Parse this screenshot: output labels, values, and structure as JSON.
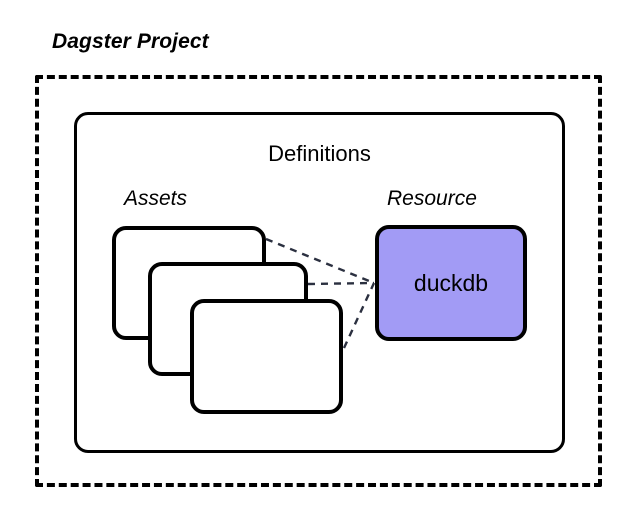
{
  "diagram": {
    "title": "Dagster Project",
    "container": {
      "name": "Definitions",
      "border_style": "solid",
      "color": "#000000"
    },
    "outer_border_style": "dashed",
    "sections": [
      {
        "id": "assets",
        "label": "Assets",
        "kind": "stacked-cards",
        "card_count": 3,
        "cards": [
          {
            "index": 1,
            "label": ""
          },
          {
            "index": 2,
            "label": ""
          },
          {
            "index": 3,
            "label": ""
          }
        ]
      },
      {
        "id": "resource",
        "label": "Resource",
        "kind": "box",
        "items": [
          {
            "id": "duckdb",
            "label": "duckdb",
            "fill": "#a29bf5"
          }
        ]
      }
    ],
    "connections": [
      {
        "from": "asset-card-1",
        "to": "duckdb",
        "style": "dashed"
      },
      {
        "from": "asset-card-2",
        "to": "duckdb",
        "style": "dashed"
      },
      {
        "from": "asset-card-3",
        "to": "duckdb",
        "style": "dashed"
      }
    ],
    "colors": {
      "stroke": "#000000",
      "connector": "#2b3040",
      "resource_fill": "#a29bf5",
      "background": "#ffffff"
    }
  }
}
